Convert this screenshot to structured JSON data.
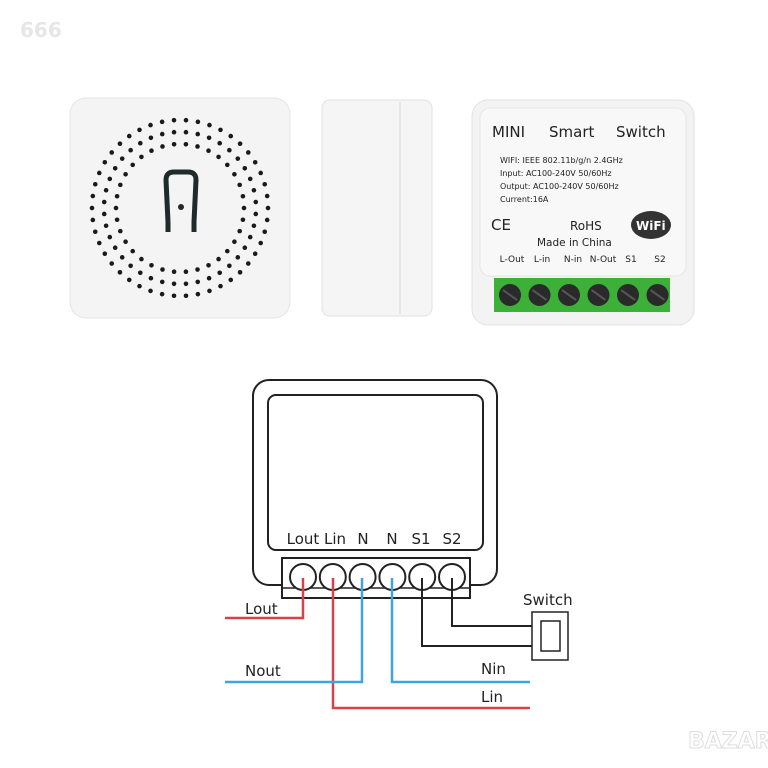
{
  "watermark": "666",
  "logo": "BAZAR",
  "device_label": {
    "title_words": [
      "MINI",
      "Smart",
      "Switch"
    ],
    "specs": [
      "WIFI: IEEE 802.11b/g/n 2.4GHz",
      "Input: AC100-240V 50/60Hz",
      "Output:  AC100-240V 50/60Hz",
      "Current:16A"
    ],
    "ce": "CE",
    "rohs": "RoHS",
    "made_in": "Made in China",
    "wifi_logo": "WiFi",
    "terminals": [
      "L-Out",
      "L-in",
      "N-in",
      "N-Out",
      "S1",
      "S2"
    ]
  },
  "diagram": {
    "terminals": [
      "Lout",
      "Lin",
      "N",
      "N",
      "S1",
      "S2"
    ],
    "wires": {
      "lout": "Lout",
      "nout": "Nout",
      "nin": "Nin",
      "lin": "Lin",
      "switch": "Switch"
    },
    "colors": {
      "live": "#d9414a",
      "neutral": "#3aa6dd",
      "switch": "#222222",
      "terminal_green": "#3db03a"
    }
  }
}
